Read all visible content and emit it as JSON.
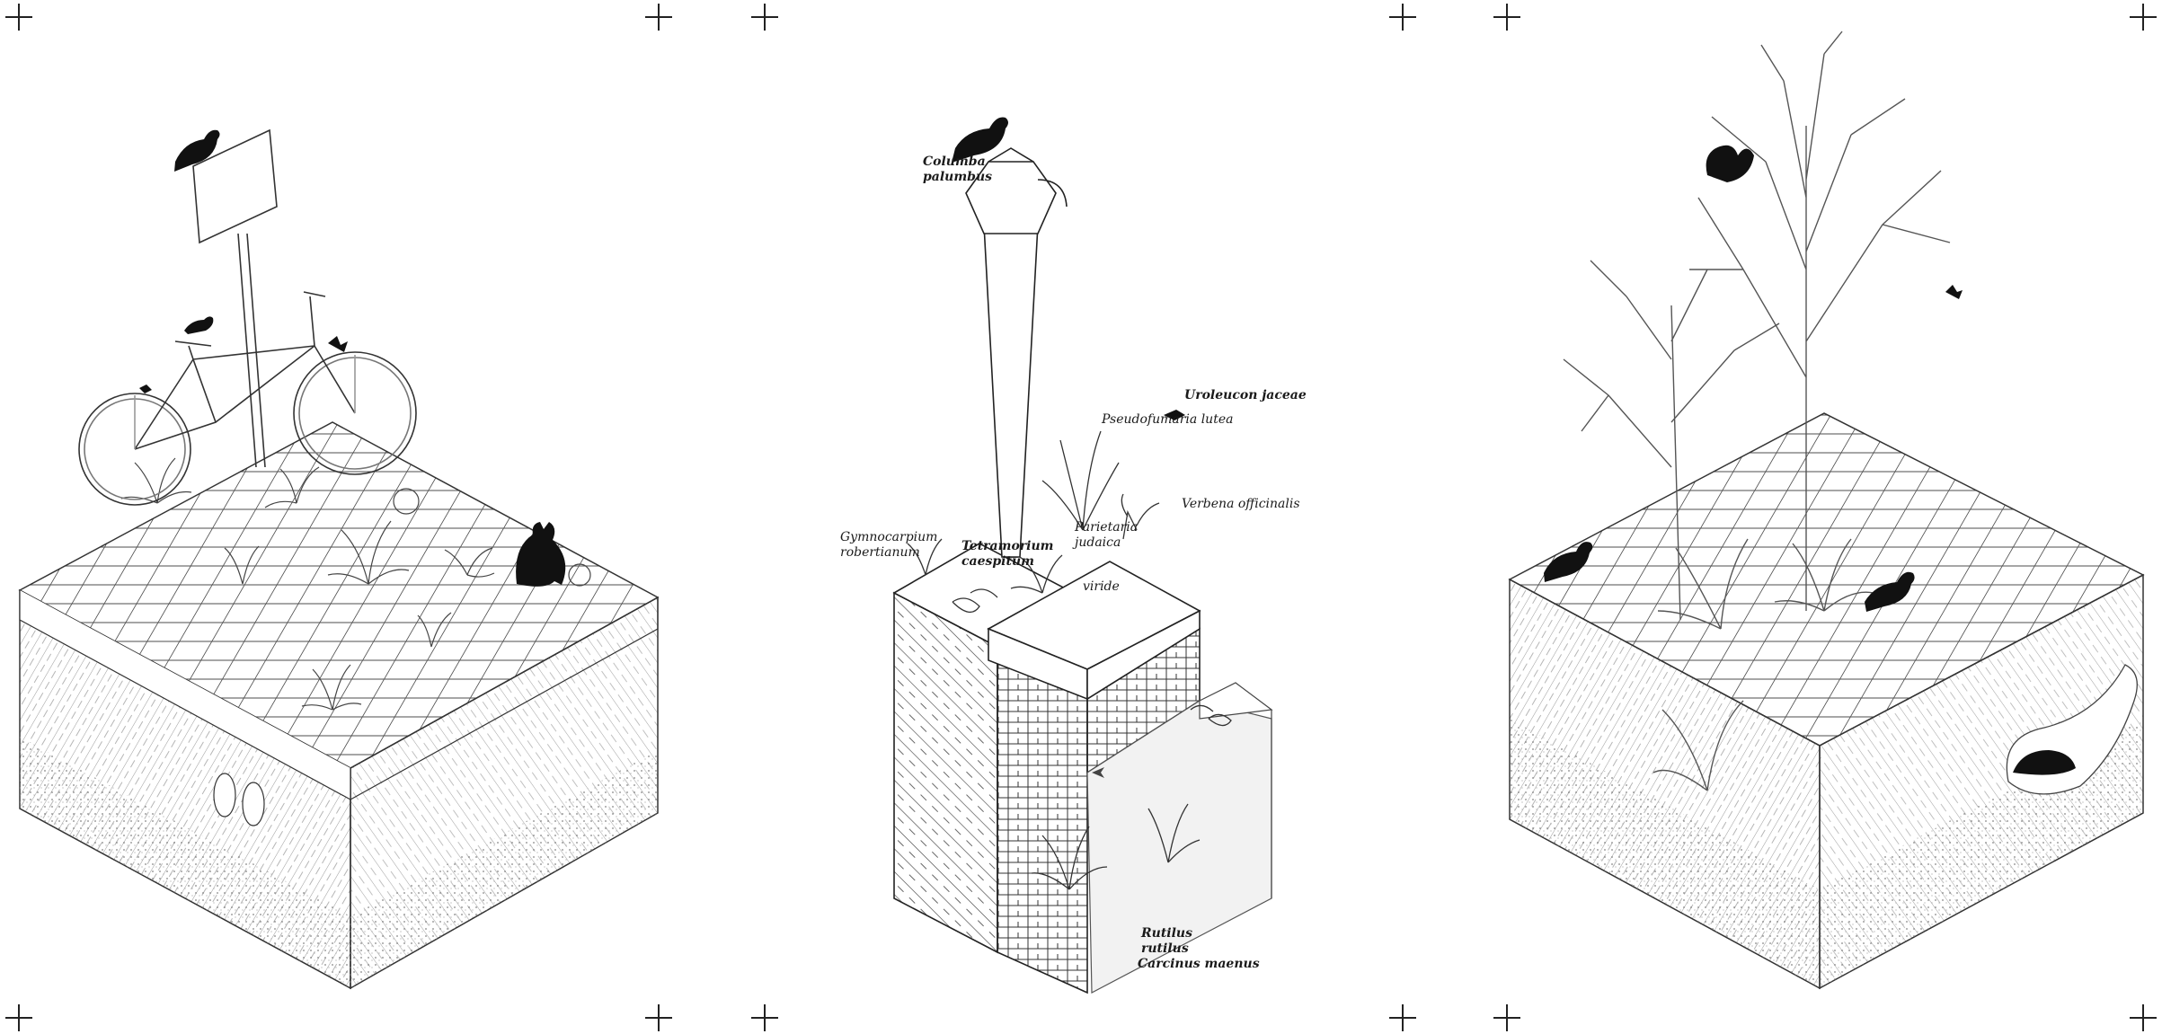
{
  "panels": [
    {
      "id": "street-corner"
    },
    {
      "id": "canal-wall"
    },
    {
      "id": "tree-pit"
    }
  ],
  "labels": {
    "columba": "Columba\npalumbus",
    "uroleucon": "Uroleucon jaceae",
    "pseudofumaria": "Pseudofumaria lutea",
    "verbena": "Verbena officinalis",
    "gymnocarpium": "Gymnocarpium\nrobertianum",
    "tetramorium": "Tetramorium\ncaespitum",
    "parietaria": "Parietaria\njudaica",
    "viride": "viride",
    "rutilus": "Rutilus\nrutilus",
    "carcinus": "Carcinus maenus"
  },
  "colors": {
    "ink": "#1a1a1a",
    "line": "#3a3a3a",
    "soil": "#8a8a8a",
    "paper": "#ffffff"
  }
}
